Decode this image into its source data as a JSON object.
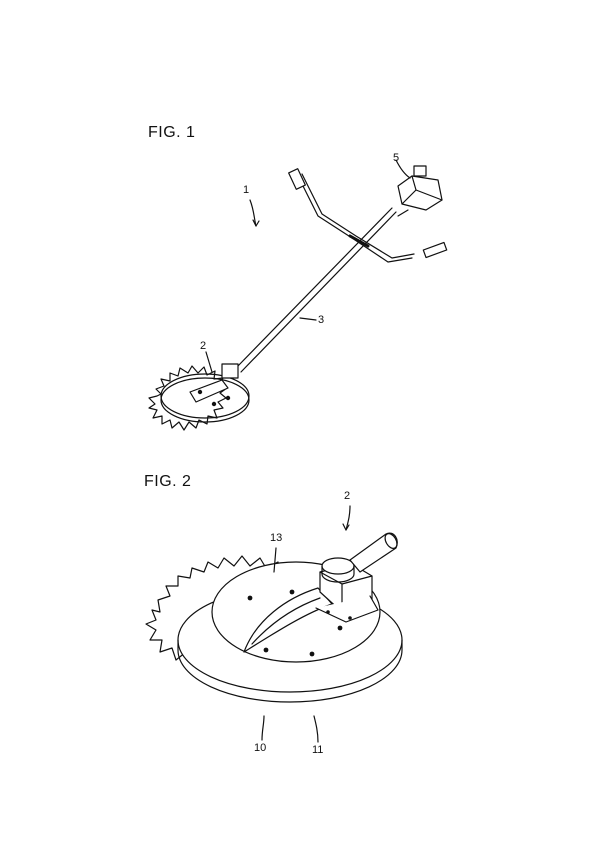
{
  "figures": [
    {
      "title": "FIG. 1",
      "refs": {
        "machine": "1",
        "cutter": "2",
        "shaft": "3",
        "engine": "5"
      }
    },
    {
      "title": "FIG. 2",
      "refs": {
        "cutter": "2",
        "cover": "13",
        "disk": "10",
        "teeth": "11"
      }
    }
  ],
  "colors": {
    "line": "#111111",
    "paper": "#ffffff"
  }
}
